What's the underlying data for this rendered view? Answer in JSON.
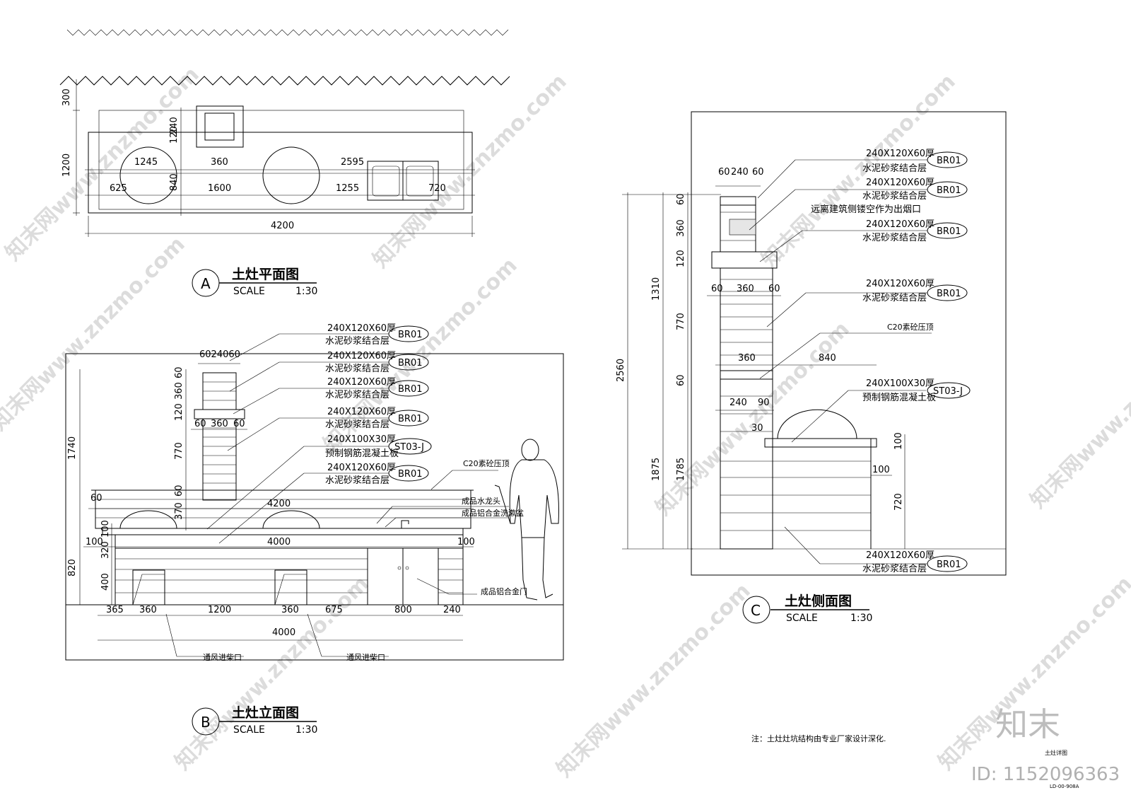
{
  "plan": {
    "marker": "A",
    "title": "土灶平面图",
    "scale_label": "SCALE",
    "scale_value": "1:30",
    "dims": {
      "d300": "300",
      "d1200": "1200",
      "d240": "240",
      "d120": "120",
      "d840": "840",
      "d1245": "1245",
      "d360": "360",
      "d2595": "2595",
      "d625": "625",
      "d1600": "1600",
      "d1255": "1255",
      "d720": "720",
      "d4200": "4200"
    }
  },
  "elevation": {
    "marker": "B",
    "title": "土灶立面图",
    "scale_label": "SCALE",
    "scale_value": "1:30",
    "callouts": [
      {
        "spec": "240X120X60厚",
        "layer": "水泥砂浆结合层",
        "code": "BR01"
      },
      {
        "spec": "240X120X60厚",
        "layer": "水泥砂浆结合层",
        "code": "BR01"
      },
      {
        "spec": "240X120X60厚",
        "layer": "水泥砂浆结合层",
        "code": "BR01"
      },
      {
        "spec": "240X120X60厚",
        "layer": "水泥砂浆结合层",
        "code": "BR01"
      },
      {
        "spec": "240X100X30厚",
        "layer": "预制钢筋混凝土板",
        "code": "ST03-J"
      },
      {
        "spec": "240X120X60厚",
        "layer": "水泥砂浆结合层",
        "code": "BR01"
      }
    ],
    "notes": {
      "c20": "C20素砼压顶",
      "faucet": "成品水龙头",
      "basin": "成品铝合金洗漱盆",
      "door": "成品铝合金门",
      "vent1": "通风进柴口",
      "vent2": "通风进柴口"
    },
    "dims": {
      "chimney_top": "6024060",
      "v1740": "1740",
      "v60a": "60",
      "v360": "360",
      "v120": "120",
      "v770": "770",
      "v60b": "60",
      "v370": "370",
      "v100": "100",
      "v320": "320",
      "v820": "820",
      "v400": "400",
      "h60": "60",
      "h360": "360",
      "h60b": "60",
      "left60": "60",
      "w4200": "4200",
      "w100a": "100",
      "w4000a": "4000",
      "w100b": "100",
      "b365": "365",
      "b360a": "360",
      "b1200": "1200",
      "b360b": "360",
      "b675": "675",
      "b800": "800",
      "b240": "240",
      "b4000": "4000"
    }
  },
  "side": {
    "marker": "C",
    "title": "土灶侧面图",
    "scale_label": "SCALE",
    "scale_value": "1:30",
    "callouts": [
      {
        "spec": "240X120X60厚",
        "layer": "水泥砂浆结合层",
        "code": "BR01"
      },
      {
        "spec": "240X120X60厚",
        "layer": "水泥砂浆结合层",
        "code": "BR01",
        "extra": "远离建筑侧镂空作为出烟口"
      },
      {
        "spec": "240X120X60厚",
        "layer": "水泥砂浆结合层",
        "code": "BR01"
      },
      {
        "spec": "240X120X60厚",
        "layer": "水泥砂浆结合层",
        "code": "BR01"
      },
      {
        "spec": "240X100X30厚",
        "layer": "预制钢筋混凝土板",
        "code": "ST03-J"
      },
      {
        "spec": "240X120X60厚",
        "layer": "水泥砂浆结合层",
        "code": "BR01"
      }
    ],
    "notes": {
      "c20": "C20素砼压顶"
    },
    "dims": {
      "t60a": "60",
      "t240": "240",
      "t60b": "60",
      "m60a": "60",
      "m360": "360",
      "m60b": "60",
      "w360": "360",
      "w840": "840",
      "w240": "240",
      "w90": "90",
      "w30": "30",
      "v2560": "2560",
      "v1310": "1310",
      "v1875": "1875",
      "r60a": "60",
      "r360": "360",
      "r120": "120",
      "r770": "770",
      "r60b": "60",
      "r1785": "1785",
      "r100a": "100",
      "r100b": "100",
      "r720": "720"
    }
  },
  "footer": {
    "note": "注：土灶灶坑结构由专业厂家设计深化.",
    "brand": "知末",
    "id": "ID: 1152096363",
    "tiny1": "土灶详图",
    "tiny2": "LD-00-908A"
  },
  "watermark": [
    "知末网www.znzmo.com"
  ]
}
